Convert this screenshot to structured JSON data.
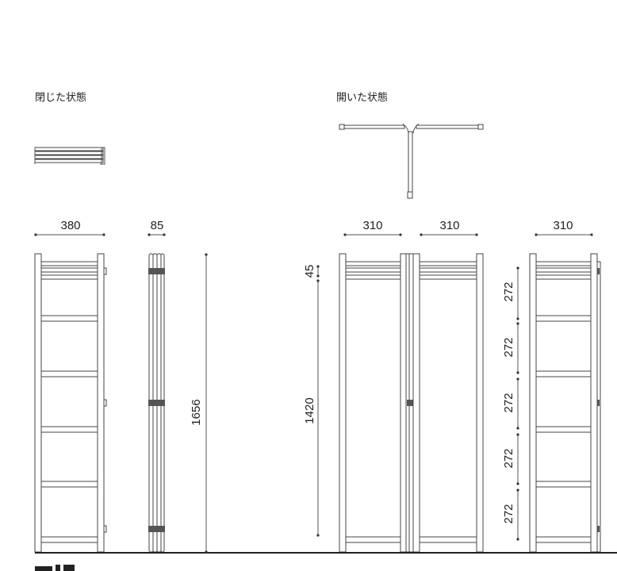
{
  "labels": {
    "closed": "閉じた状態",
    "open": "開いた状態"
  },
  "dimensions": {
    "closed_width": "380",
    "closed_depth": "85",
    "total_height": "1656",
    "panel_width_1": "310",
    "panel_width_2": "310",
    "panel_width_3": "310",
    "top_gap": "45",
    "inner_height": "1420",
    "shelf_pitch": [
      "272",
      "272",
      "272",
      "272",
      "272"
    ]
  },
  "colors": {
    "line": "#444444",
    "text": "#222222",
    "background": "#ffffff"
  }
}
